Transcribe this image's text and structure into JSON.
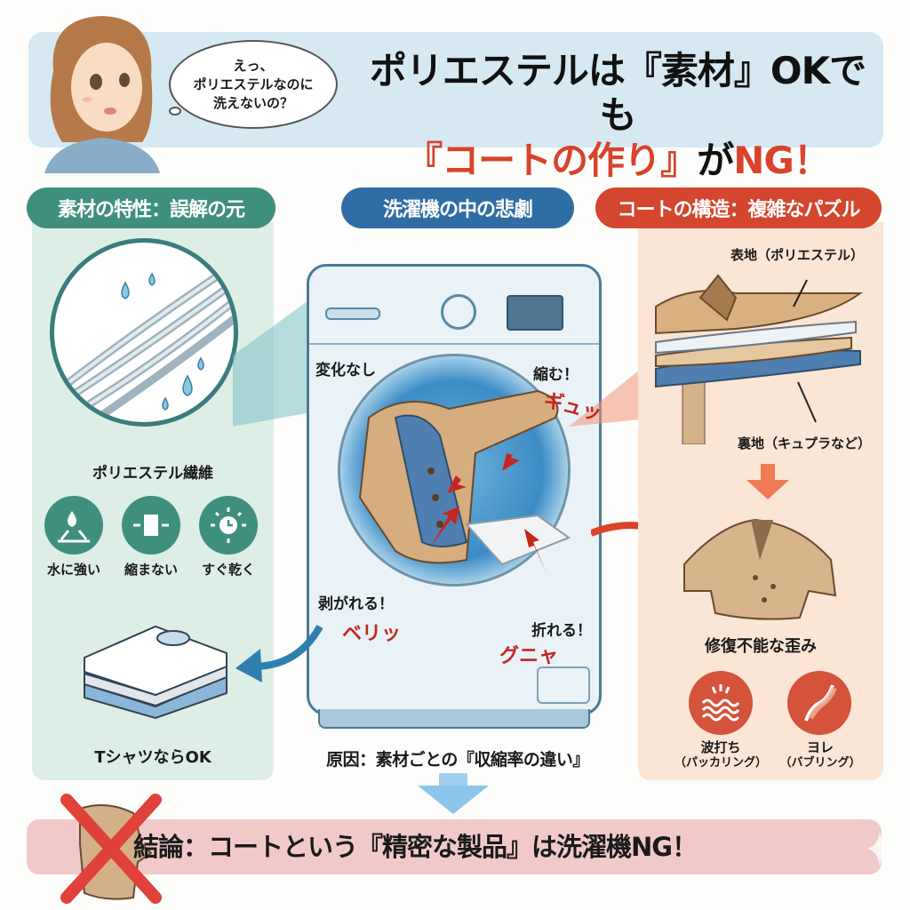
{
  "header": {
    "speech_bubble": {
      "line1": "えっ、",
      "line2": "ポリエステルなのに",
      "line3": "洗えないの？"
    },
    "title": {
      "line1": "ポリエステルは『素材』OKでも",
      "line2_red1": "『コートの作り』",
      "line2_black": "が",
      "line2_red2": "NG！"
    }
  },
  "sections": {
    "left": {
      "pill": "素材の特性：誤解の元",
      "fiber_label": "ポリエステル繊維",
      "properties": [
        {
          "icon": "water-resistant-icon",
          "label": "水に強い"
        },
        {
          "icon": "no-shrink-icon",
          "label": "縮まない"
        },
        {
          "icon": "quick-dry-icon",
          "label": "すぐ乾く"
        }
      ],
      "tshirt_label": "TシャツならOK"
    },
    "center": {
      "pill": "洗濯機の中の悲劇",
      "annotations": {
        "no_change": "変化なし",
        "shrinks": "縮む！",
        "shrink_sound": "ギュッ",
        "peels": "剥がれる！",
        "peel_sound": "ベリッ",
        "folds": "折れる！",
        "fold_sound": "グニャ"
      },
      "cause": "原因：素材ごとの『収縮率の違い』"
    },
    "right": {
      "pill": "コートの構造：複雑なパズル",
      "outer_fabric": "表地（ポリエステル）",
      "lining": "裏地（キュプラなど）",
      "result_label": "修復不能な歪み",
      "defects": [
        {
          "icon": "wave-puckering-icon",
          "label": "波打ち",
          "sub": "（パッカリング）"
        },
        {
          "icon": "bubbling-icon",
          "label": "ヨレ",
          "sub": "（バブリング）"
        }
      ]
    }
  },
  "conclusion": {
    "text": "結論：コートという『精密な製品』は洗濯機NG！"
  },
  "colors": {
    "green": "#3f8f7e",
    "blue": "#2f6ea4",
    "red": "#d4462e",
    "header_bg": "#d6e9f3",
    "conclusion_bg": "#f2c9c9"
  }
}
